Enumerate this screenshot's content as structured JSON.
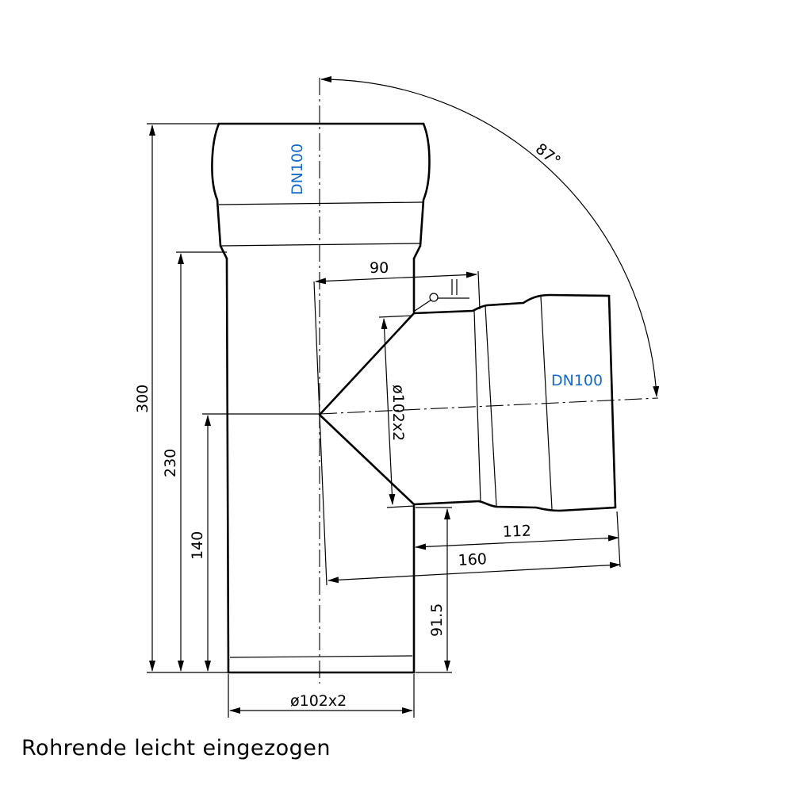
{
  "drawing": {
    "labels": {
      "main_nominal": "DN100",
      "branch_nominal": "DN100",
      "angle": "87°",
      "height_total": "300",
      "height_socket_bottom": "230",
      "height_branch_axis": "140",
      "branch_offset_top": "90",
      "branch_pipe_diameter": "ø102x2",
      "branch_length_112": "112",
      "branch_length_160": "160",
      "branch_bottom_height": "91.5",
      "main_pipe_diameter": "ø102x2"
    },
    "note": "Rohrende leicht eingezogen",
    "colors": {
      "line": "#000000",
      "nominal_label": "#1569c7",
      "background": "#ffffff"
    }
  }
}
